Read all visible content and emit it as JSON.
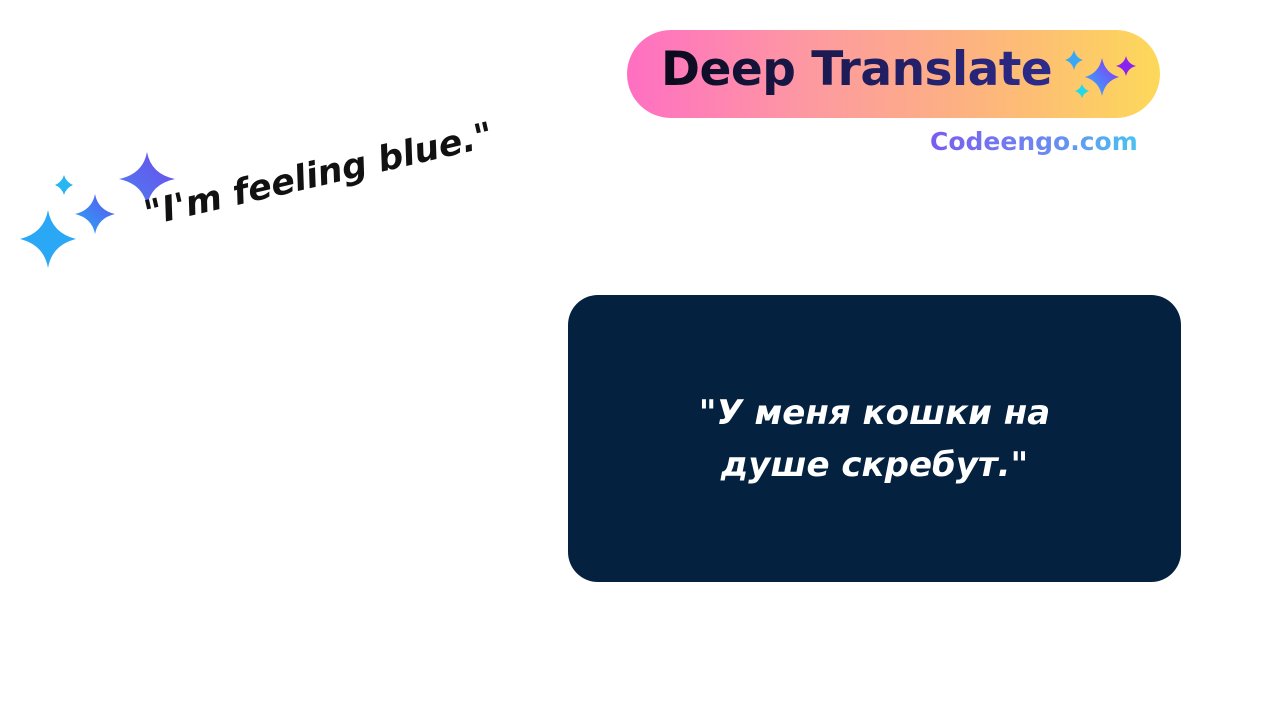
{
  "banner": {
    "title": "Deep Translate",
    "icon": "sparkles-icon",
    "gradient": [
      "#ff6fc2",
      "#fdb37f",
      "#fdd85a"
    ]
  },
  "site": {
    "label": "Codeengo.com"
  },
  "source": {
    "icon": "sparkles-icon",
    "text": "\"I'm feeling blue.\""
  },
  "translation": {
    "text": "\"У меня кошки на душе скребут.\"",
    "background": "#04223f"
  }
}
